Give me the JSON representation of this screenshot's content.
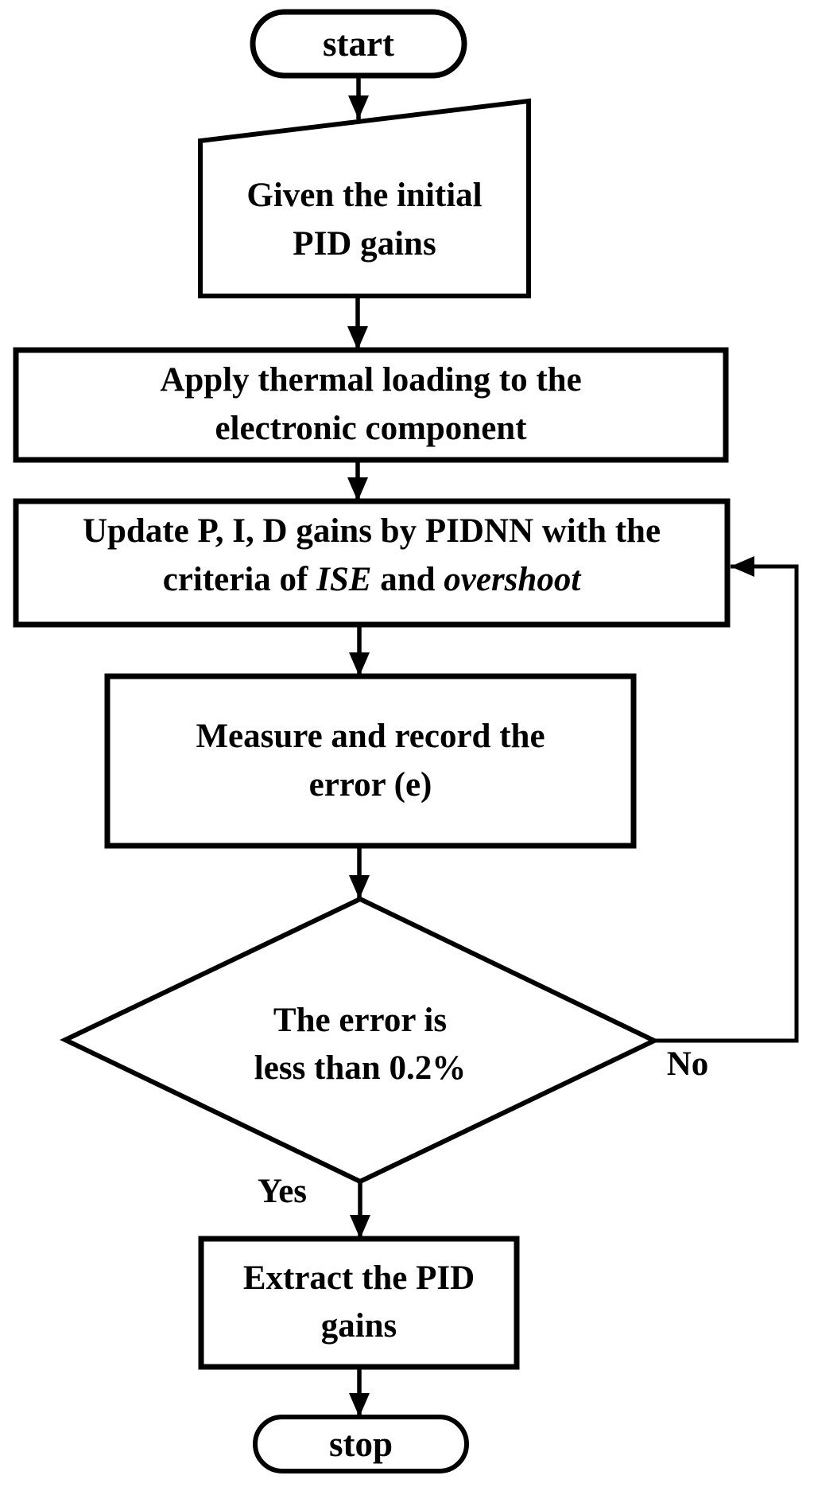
{
  "flowchart": {
    "title_hint": "PID gain tuning flowchart",
    "colors": {
      "stroke": "#000000",
      "background": "#ffffff"
    },
    "start": {
      "label": "start"
    },
    "given": {
      "line1": "Given the initial",
      "line2": "PID gains"
    },
    "apply": {
      "line1": "Apply thermal loading to the",
      "line2": "electronic component"
    },
    "update": {
      "line1": "Update P, I, D gains by PIDNN with the",
      "line2_prefix": "criteria of ",
      "line2_italic1": "ISE",
      "line2_mid": " and ",
      "line2_italic2": "overshoot"
    },
    "measure": {
      "line1": "Measure and record the",
      "line2": "error (e)"
    },
    "decision": {
      "line1": "The error is",
      "line2": "less than 0.2%"
    },
    "extract": {
      "line1": "Extract the PID",
      "line2": "gains"
    },
    "stop": {
      "label": "stop"
    },
    "edges": {
      "yes_label": "Yes",
      "no_label": "No"
    }
  }
}
